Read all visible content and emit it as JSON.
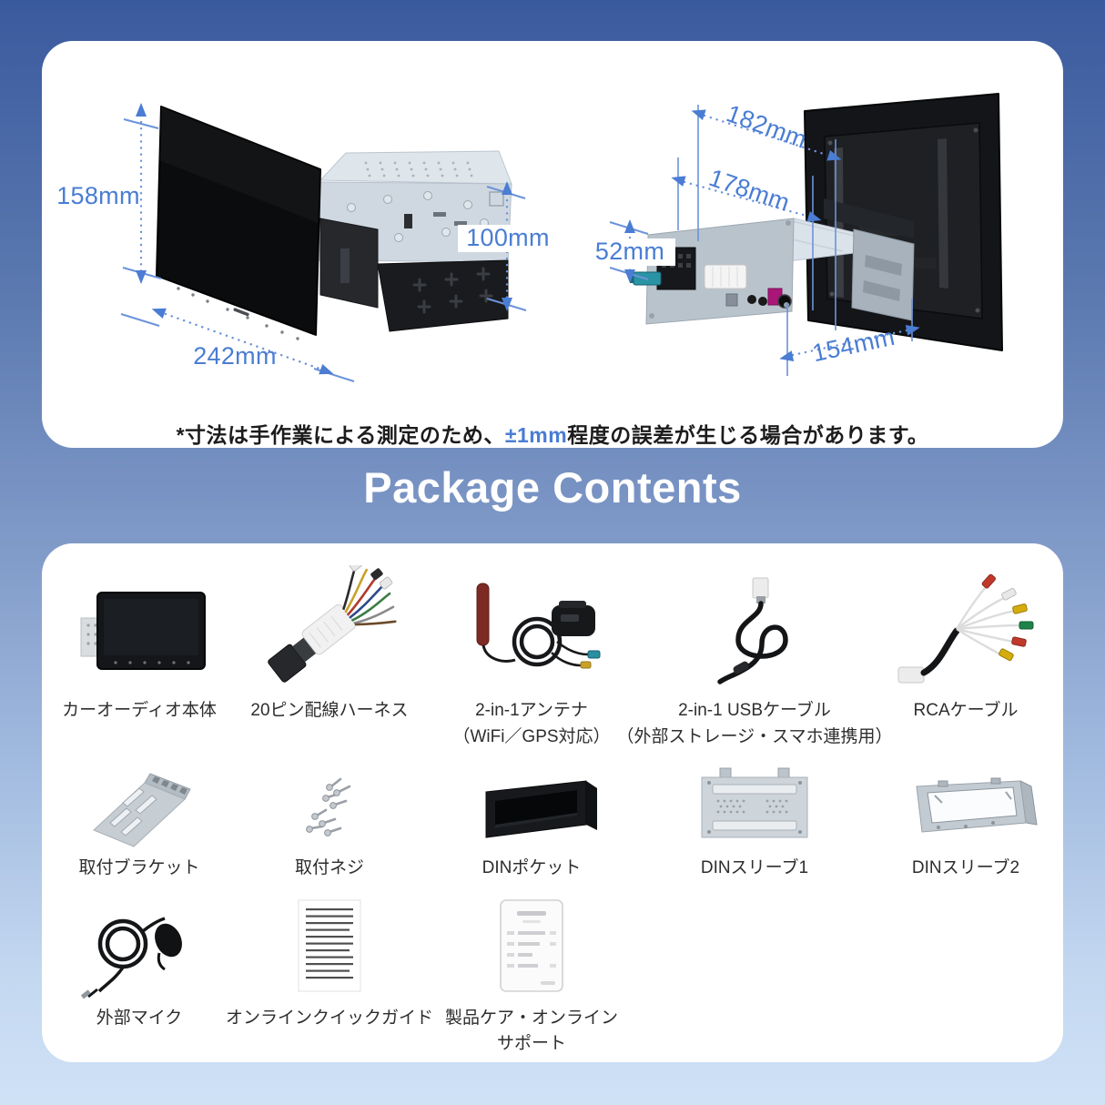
{
  "colors": {
    "accent_blue": "#4a7dd3",
    "background_top": "#3a5a9e",
    "background_bottom": "#cfe2f6",
    "card_white": "#ffffff",
    "title_white": "#ffffff"
  },
  "dimensions_card": {
    "front_view": {
      "height": "158mm",
      "width": "242mm",
      "chassis_height": "100mm"
    },
    "rear_view": {
      "mount_width": "182mm",
      "chassis_width": "178mm",
      "chassis_height": "52mm",
      "chassis_depth": "154mm"
    },
    "note": {
      "prefix": "*寸法は手作業による測定のため、",
      "highlight": "±1mm",
      "suffix": "程度の誤差が生じる場合があります。"
    }
  },
  "section_title": "Package Contents",
  "package_card": {
    "rows": [
      {
        "items": [
          {
            "name": "head-unit",
            "label": "カーオーディオ本体",
            "sublabel": ""
          },
          {
            "name": "wiring-harness",
            "label": "20ピン配線ハーネス",
            "sublabel": ""
          },
          {
            "name": "antenna",
            "label": "2-in-1アンテナ",
            "sublabel": "（WiFi／GPS対応）"
          },
          {
            "name": "usb-cable",
            "label": "2-in-1 USBケーブル",
            "sublabel": "（外部ストレージ・スマホ連携用）"
          },
          {
            "name": "rca-cable",
            "label": "RCAケーブル",
            "sublabel": ""
          }
        ]
      },
      {
        "items": [
          {
            "name": "mounting-bracket",
            "label": "取付ブラケット"
          },
          {
            "name": "mounting-screws",
            "label": "取付ネジ"
          },
          {
            "name": "din-pocket",
            "label": "DINポケット"
          },
          {
            "name": "din-sleeve-1",
            "label": "DINスリーブ1"
          },
          {
            "name": "din-sleeve-2",
            "label": "DINスリーブ2"
          }
        ]
      },
      {
        "items": [
          {
            "name": "external-mic",
            "label": "外部マイク"
          },
          {
            "name": "quick-guide",
            "label": "オンラインクイックガイド"
          },
          {
            "name": "care-support",
            "label": "製品ケア・オンライン",
            "sublabel": "サポート"
          }
        ]
      }
    ]
  }
}
